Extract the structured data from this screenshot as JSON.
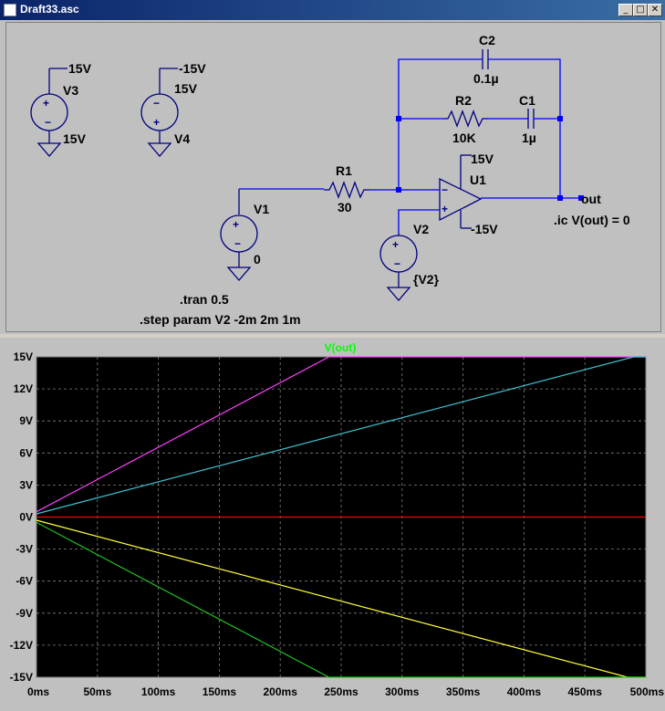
{
  "window": {
    "title": "Draft33.asc",
    "controls": {
      "minimize": "_",
      "maximize": "□",
      "close": "✕"
    }
  },
  "schematic": {
    "components": {
      "V3": {
        "name": "V3",
        "top_label": "15V",
        "value": "15V"
      },
      "V4": {
        "name": "V4",
        "top_label": "-15V",
        "value": "15V"
      },
      "V1": {
        "name": "V1",
        "value": "0"
      },
      "V2": {
        "name": "V2",
        "value": "{V2}"
      },
      "R1": {
        "name": "R1",
        "value": "30"
      },
      "R2": {
        "name": "R2",
        "value": "10K"
      },
      "C1": {
        "name": "C1",
        "value": "1µ"
      },
      "C2": {
        "name": "C2",
        "value": "0.1µ"
      },
      "U1": {
        "name": "U1",
        "vplus": "15V",
        "vminus": "-15V"
      }
    },
    "net_out": "out",
    "directives": {
      "ic": ".ic V(out) = 0",
      "tran": ".tran 0.5",
      "step": ".step param V2 -2m 2m 1m"
    }
  },
  "colors": {
    "wire": "#0000ff",
    "component": "#000080",
    "junction": "#0000ff",
    "plot_bg": "#000000",
    "grid": "#808080",
    "trace_title": "#00ff00"
  },
  "chart_data": {
    "type": "line",
    "title": "V(out)",
    "x": [
      0,
      500
    ],
    "xlim": [
      0,
      500
    ],
    "ylim": [
      -15,
      15
    ],
    "x_ticks": [
      "0ms",
      "50ms",
      "100ms",
      "150ms",
      "200ms",
      "250ms",
      "300ms",
      "350ms",
      "400ms",
      "450ms",
      "500ms"
    ],
    "x_tick_values": [
      0,
      50,
      100,
      150,
      200,
      250,
      300,
      350,
      400,
      450,
      500
    ],
    "y_ticks": [
      "15V",
      "12V",
      "9V",
      "6V",
      "3V",
      "0V",
      "-3V",
      "-6V",
      "-9V",
      "-12V",
      "-15V"
    ],
    "y_tick_values": [
      15,
      12,
      9,
      6,
      3,
      0,
      -3,
      -6,
      -9,
      -12,
      -15
    ],
    "grid": true,
    "series": [
      {
        "color": "#ff40ff",
        "x": [
          0,
          240,
          500
        ],
        "y": [
          0.5,
          15,
          15
        ]
      },
      {
        "color": "#40c0d0",
        "x": [
          0,
          490,
          500
        ],
        "y": [
          0.3,
          15,
          15
        ]
      },
      {
        "color": "#ff0000",
        "x": [
          0,
          500
        ],
        "y": [
          0,
          0
        ]
      },
      {
        "color": "#ffff40",
        "x": [
          0,
          485,
          500
        ],
        "y": [
          -0.3,
          -15,
          -15
        ]
      },
      {
        "color": "#20c020",
        "x": [
          0,
          240,
          500
        ],
        "y": [
          -0.5,
          -15,
          -15
        ]
      }
    ]
  }
}
